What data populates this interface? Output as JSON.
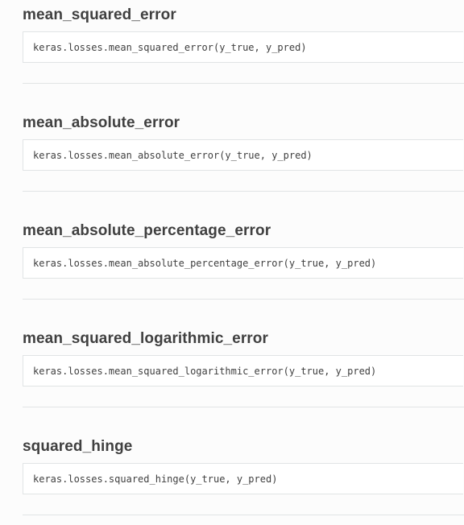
{
  "sections": [
    {
      "title": "mean_squared_error",
      "signature": "keras.losses.mean_squared_error(y_true, y_pred)"
    },
    {
      "title": "mean_absolute_error",
      "signature": "keras.losses.mean_absolute_error(y_true, y_pred)"
    },
    {
      "title": "mean_absolute_percentage_error",
      "signature": "keras.losses.mean_absolute_percentage_error(y_true, y_pred)"
    },
    {
      "title": "mean_squared_logarithmic_error",
      "signature": "keras.losses.mean_squared_logarithmic_error(y_true, y_pred)"
    },
    {
      "title": "squared_hinge",
      "signature": "keras.losses.squared_hinge(y_true, y_pred)"
    }
  ]
}
